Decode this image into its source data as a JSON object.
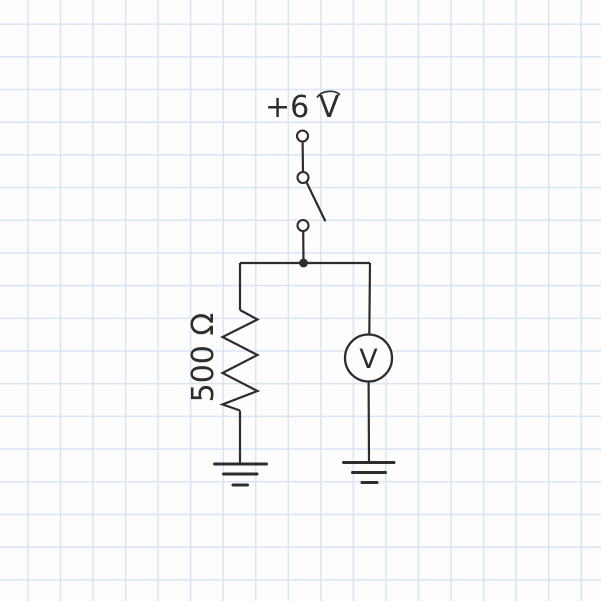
{
  "figure": {
    "type": "circuit-schematic",
    "labels": {
      "supply": "+6 V",
      "resistor": "500 Ω",
      "voltmeter": "V"
    },
    "components": [
      "supply-terminal",
      "open-switch",
      "junction-node",
      "resistor-500-ohm",
      "voltmeter",
      "ground-left",
      "ground-right"
    ]
  },
  "colors": {
    "paper": "#fdfdfd",
    "grid": "#d9e5f3",
    "ink": "#2d2d2d"
  }
}
